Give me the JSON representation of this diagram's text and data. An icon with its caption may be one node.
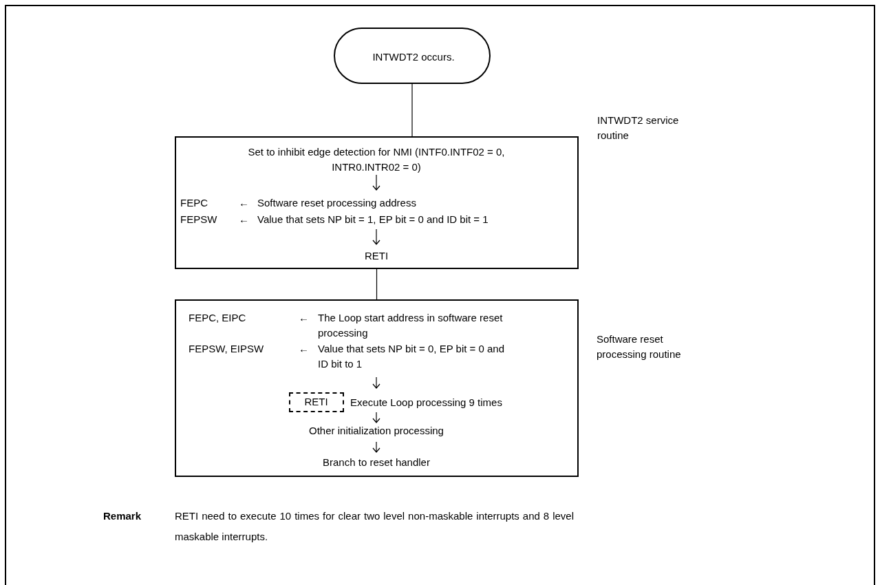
{
  "diagram": {
    "nodes": [
      {
        "text": [
          "INTWDT2 occurs."
        ]
      },
      {
        "text": [
          "Set to inhibit edge detection for NMI (INTF0.INTF02 = 0, INTR0.INTR02 = 0)",
          "FEPC",
          "←",
          "Software reset processing address",
          "FEPSW",
          "←",
          "Value that sets NP bit = 1, EP bit = 0 and ID bit = 1",
          "RETI"
        ],
        "beside": [
          "INTWDT2 service routine"
        ]
      },
      {
        "text": [
          "FEPC, EIPC",
          "←",
          "The Loop start address in software reset processing",
          "FEPSW, EIPSW",
          "←",
          "Value that sets NP bit = 0, EP bit = 0 and ID bit to 1",
          "Execute Loop processing 9 times",
          "Other initialization processing",
          "Branch to reset handler"
        ],
        "beside": [
          "Software reset processing routine"
        ]
      },
      {
        "text": [
          "RETI"
        ],
        "in": 2
      }
    ],
    "edges": [
      {
        "from": 0,
        "to": 1,
        "arrow": "none"
      },
      {
        "from": 1,
        "to": 2,
        "arrow": "none"
      }
    ],
    "labels": [
      "Remark",
      "RETI need to execute 10 times for clear two level non-maskable interrupts and 8 level maskable interrupts."
    ]
  }
}
